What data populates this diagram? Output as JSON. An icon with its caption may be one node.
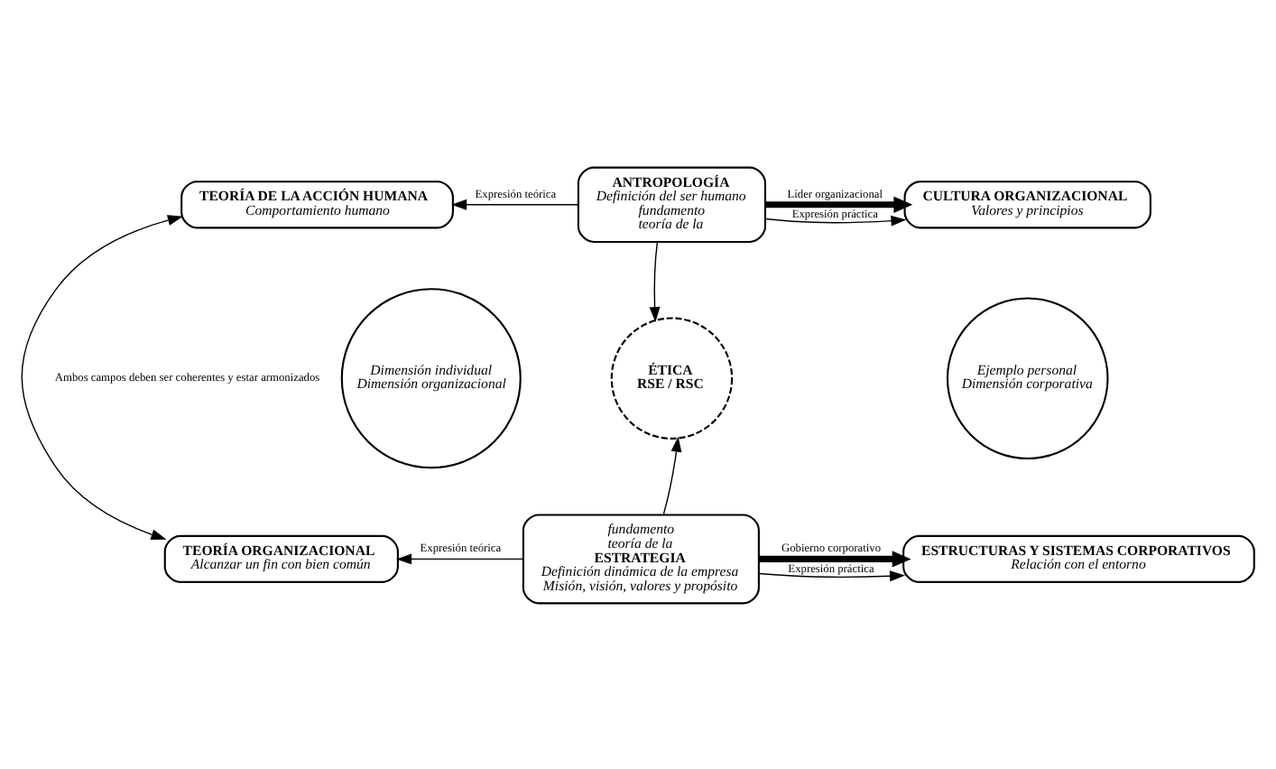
{
  "diagram": {
    "nodes": [
      {
        "text": [
          "TEORÍA DE LA ACCIÓN HUMANA",
          "Comportamiento humano"
        ]
      },
      {
        "text": [
          "ANTROPOLOGÍA",
          "Definición del ser humano",
          "fundamento",
          "teoría de la"
        ]
      },
      {
        "text": [
          "CULTURA ORGANIZACIONAL",
          "Valores y principios"
        ]
      },
      {
        "text": [
          "Dimensión individual",
          "Dimensión organizacional"
        ]
      },
      {
        "text": [
          "ÉTICA",
          "RSE / RSC"
        ]
      },
      {
        "text": [
          "Ejemplo personal",
          "Dimensión corporativa"
        ]
      },
      {
        "text": [
          "TEORÍA ORGANIZACIONAL",
          "Alcanzar un fin con bien común"
        ]
      },
      {
        "text": [
          "fundamento",
          "teoría de la",
          "ESTRATEGIA",
          "Definición dinámica de la empresa",
          "Misión, visión, valores y propósito"
        ]
      },
      {
        "text": [
          "ESTRUCTURAS Y SISTEMAS CORPORATIVOS",
          "Relación con el entorno"
        ]
      }
    ],
    "edges": [
      {
        "from": 1,
        "to": 0,
        "arrow": "to",
        "label": "Expresión teórica"
      },
      {
        "from": 1,
        "to": 2,
        "arrow": "to",
        "label": "Expresión práctica"
      },
      {
        "from": 1,
        "to": 2,
        "arrow": "to",
        "label": "Líder organizacional",
        "style": "thick"
      },
      {
        "from": 1,
        "to": 4,
        "arrow": "to"
      },
      {
        "from": 0,
        "to": 6,
        "arrow": "both",
        "label": "Ambos campos deben ser coherentes y estar armonizados"
      },
      {
        "from": 7,
        "to": 4,
        "arrow": "to"
      },
      {
        "from": 7,
        "to": 6,
        "arrow": "to",
        "label": "Expresión teórica"
      },
      {
        "from": 7,
        "to": 8,
        "arrow": "to",
        "label": "Expresión práctica"
      },
      {
        "from": 7,
        "to": 8,
        "arrow": "to",
        "label": "Gobierno corporativo",
        "style": "thick"
      }
    ]
  }
}
